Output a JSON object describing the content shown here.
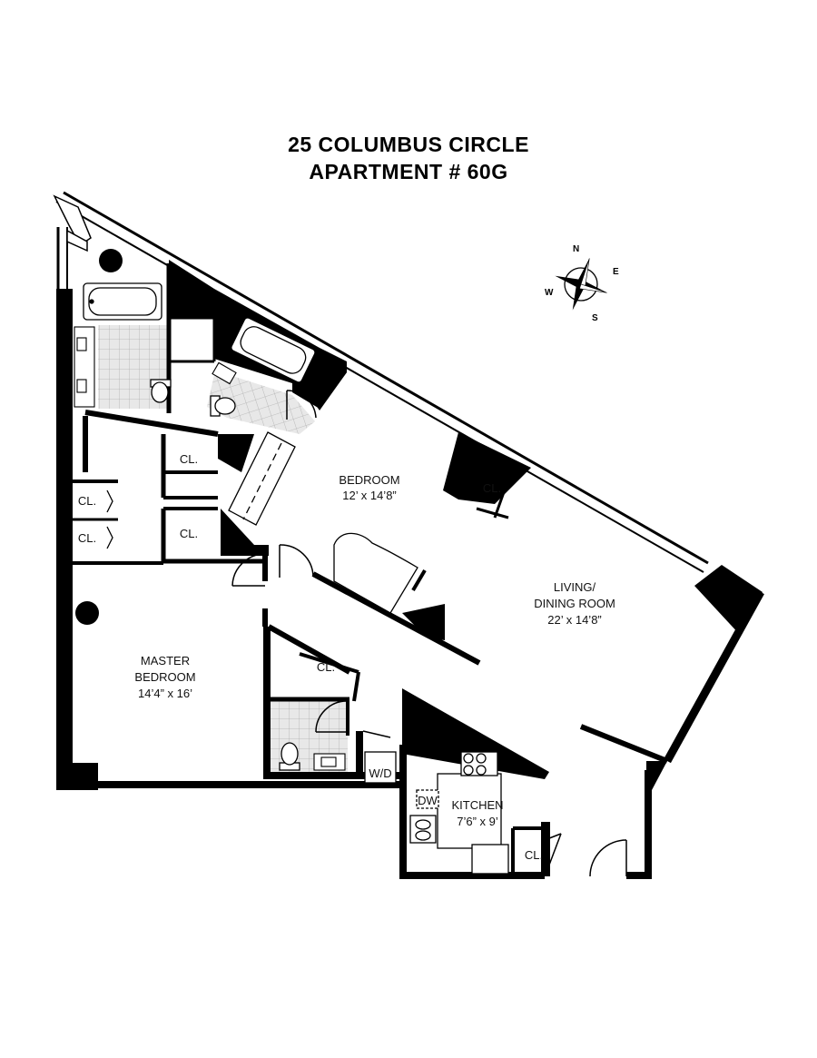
{
  "title": {
    "line1": "25 COLUMBUS CIRCLE",
    "line2": "APARTMENT # 60G"
  },
  "compass": {
    "n": "N",
    "e": "E",
    "s": "S",
    "w": "W"
  },
  "rooms": {
    "bedroom": {
      "name": "BEDROOM",
      "dims": "12’ x 14’8”"
    },
    "living": {
      "name1": "LIVING/",
      "name2": "DINING ROOM",
      "dims": "22’ x 14’8”"
    },
    "master": {
      "name1": "MASTER",
      "name2": "BEDROOM",
      "dims": "14’4” x 16’"
    },
    "kitchen": {
      "name": "KITCHEN",
      "dims": "7’6” x 9’"
    }
  },
  "closets": {
    "label": "CL.",
    "wd": "W/D",
    "dw": "DW"
  },
  "colors": {
    "wall": "#000000",
    "tile": "#e6e6e6",
    "tile_line": "#b5b5b5"
  }
}
